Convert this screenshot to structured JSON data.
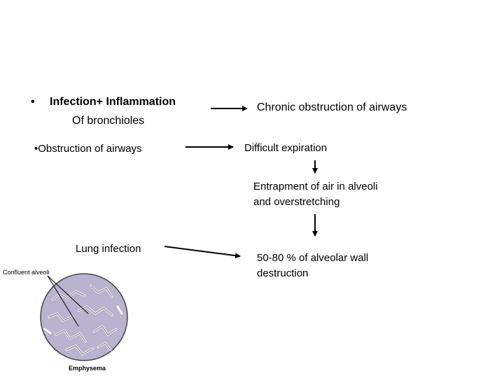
{
  "left": {
    "bullet1_mark": "•",
    "bullet1_line1": "Infection+ Inflammation",
    "bullet1_line2": "Of bronchioles",
    "bullet2": "•Obstruction of airways",
    "lung_infection": "Lung infection"
  },
  "right": {
    "chronic": "Chronic obstruction of airways",
    "difficult": "Difficult expiration",
    "entrapment_line1": "Entrapment of air in alveoli",
    "entrapment_line2": "and overstretching",
    "destruction_line1": "50-80 % of alveolar wall",
    "destruction_line2": "destruction"
  },
  "figure": {
    "confluent_label": "Confluent alveoli",
    "caption": "Emphysema",
    "fill_color": "#b9b3cf",
    "outline_color": "#444444"
  }
}
